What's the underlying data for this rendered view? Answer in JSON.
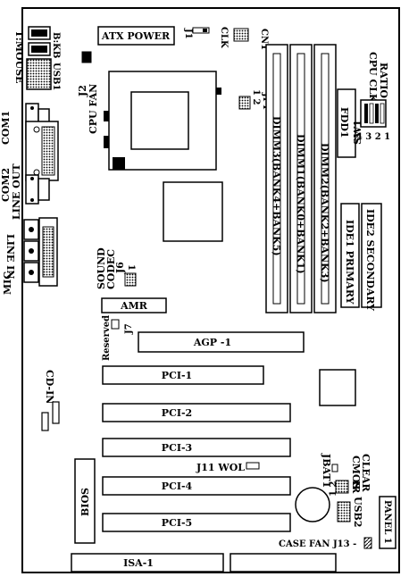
{
  "labels": {
    "t_mouse": "T:MOUSE",
    "b_kb": "B:KB",
    "usb1": "USB1",
    "atx_power": "ATX POWER",
    "j1": "J1",
    "clk": "CLK",
    "cn1": "CN1",
    "cpu_clk_ratio_1": "CPU CLK",
    "cpu_clk_ratio_2": "RATIO",
    "ratio_digits": "4 3 2 1",
    "jp1": "JP1",
    "jp1_pins": "1 2",
    "j2": "J2",
    "cpu_fan": "CPU FAN",
    "com1": "COM1",
    "com2": "COM2",
    "fdd1": "FDD1",
    "sw1": "SW1",
    "dimm3": "DIMM3(BANK4+BANK5)",
    "dimm1": "DIMM1(BANK0+BANK1)",
    "dimm2": "DIMM2(BANK2+BANK3)",
    "ide1": "IDE1 PRIMARY",
    "ide2": "IDE2 SECONDARY",
    "line_in": "LINE IN",
    "line_out": "LINE OUT",
    "mic": "MIC",
    "sound_codec_1": "SOUND",
    "sound_codec_2": "CODEC",
    "j6": "J6",
    "j6_pins": "1 2",
    "amr": "AMR",
    "j7": "J7",
    "reserved": "Reserved",
    "agp1": "AGP -1",
    "pci1": "PCI-1",
    "pci2": "PCI-2",
    "pci3": "PCI-3",
    "pci4": "PCI-4",
    "pci5": "PCI-5",
    "cd_in": "CD-IN",
    "j11_wol": "J11  WOL",
    "jbat1": "JBAT1",
    "cmos_clear_1": "CMOS",
    "cmos_clear_2": "CLEAR",
    "ir": "IR",
    "usb2": "USB2",
    "usb2_pins": "1 2",
    "bios": "BIOS",
    "panel1": "PANEL 1",
    "case_fan": "CASE FAN J13 -",
    "isa1": "ISA-1"
  }
}
